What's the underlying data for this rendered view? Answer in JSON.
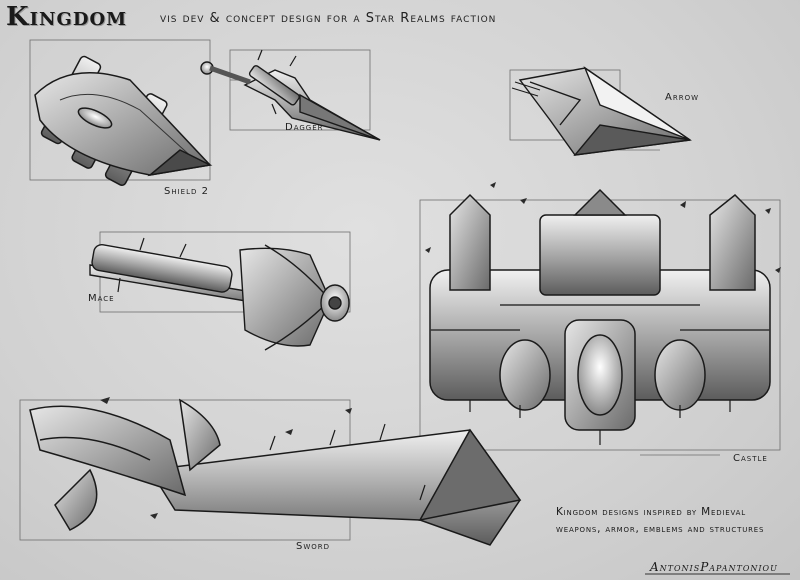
{
  "header": {
    "title": "Kingdom",
    "subtitle": "vis dev & concept design for a Star Realms faction"
  },
  "labels": {
    "shield": "Shield 2",
    "dagger": "Dagger",
    "arrow": "Arrow",
    "mace": "Mace",
    "castle": "Castle",
    "sword": "Sword"
  },
  "note": {
    "line1": "Kingdom designs inspired by Medieval",
    "line2": "weapons, armor, emblems and structures"
  },
  "signature": "AntonisPapantoniou",
  "colors": {
    "background": "#d4d4d4",
    "ink": "#1a1a1a",
    "metal_light": "#e8e8e8",
    "metal_mid": "#9c9c9c",
    "metal_dark": "#5a5a5a"
  }
}
